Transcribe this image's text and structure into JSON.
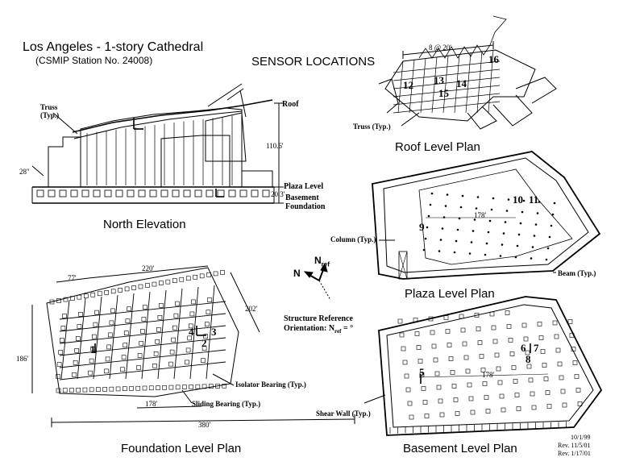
{
  "header": {
    "title": "Los Angeles - 1-story Cathedral",
    "station": "(CSMIP Station No. 24008)",
    "sensor_locations": "SENSOR LOCATIONS"
  },
  "north_elevation": {
    "title": "North Elevation",
    "truss_label_1": "Truss",
    "truss_label_2": "(Typ.)",
    "roof": "Roof",
    "height_dim": "110.6'",
    "left_dim": "28\"",
    "plaza_level": "Plaza Level",
    "plaza_dim": "20.3'",
    "basement": "Basement",
    "foundation": "Foundation"
  },
  "roof_plan": {
    "title": "Roof Level Plan",
    "spacing_dim": "8 @ 20'",
    "truss_label": "Truss (Typ.)",
    "sensors": [
      "12",
      "13",
      "14",
      "15",
      "16"
    ]
  },
  "plaza_plan": {
    "title": "Plaza Level Plan",
    "dim": "178'",
    "column_label": "Column (Typ.)",
    "beam_label": "Beam (Typ.)",
    "sensors": [
      "9",
      "10",
      "11"
    ]
  },
  "orientation": {
    "n": "N",
    "nref": "N",
    "nref_sub": "ref",
    "ref_line1": "Structure Reference",
    "ref_line2": "Orientation: N",
    "ref_line2_sub": "ref",
    "ref_line2_end": "= °"
  },
  "foundation_plan": {
    "title": "Foundation Level Plan",
    "dim_77": "77'",
    "dim_220": "220'",
    "dim_202": "202'",
    "dim_186": "186'",
    "dim_178": "178'",
    "dim_380": "380'",
    "isolator_label": "Isolator Bearing (Typ.)",
    "sliding_label": "Sliding Bearing (Typ.)",
    "sensors": [
      "1",
      "2",
      "3",
      "4"
    ]
  },
  "basement_plan": {
    "title": "Basement Level Plan",
    "dim": "178'",
    "shear_wall_label": "Shear Wall (Typ.)",
    "sensors": [
      "5",
      "6",
      "7",
      "8"
    ]
  },
  "revision": {
    "date": "10/1/99",
    "rev1": "Rev. 11/5/01",
    "rev2": "Rev. 1/17/01"
  },
  "colors": {
    "ink": "#000000",
    "paper": "#ffffff"
  }
}
